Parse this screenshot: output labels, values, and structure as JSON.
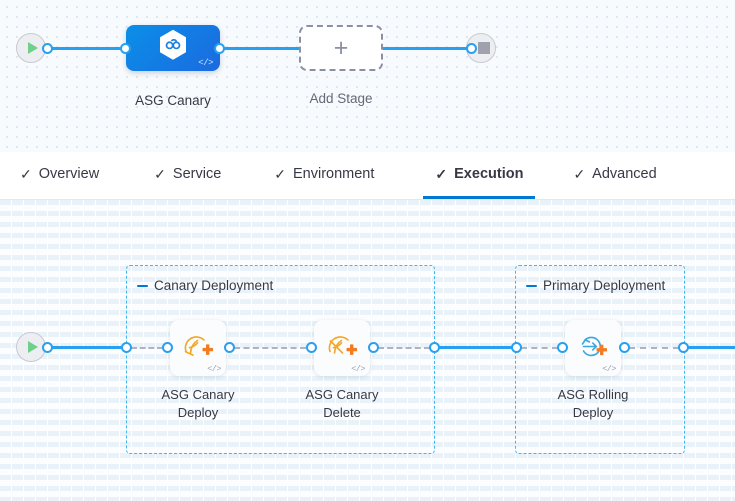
{
  "pipeline": {
    "start_node": {
      "icon": "play-icon",
      "name": "start-node"
    },
    "end_node": {
      "icon": "stop-icon",
      "name": "end-node"
    },
    "stage": {
      "label": "ASG Canary",
      "icon": "hexagon-infinity-icon",
      "code_badge": "</>"
    },
    "add_stage": {
      "label": "Add Stage",
      "icon": "plus-icon"
    }
  },
  "tabs": [
    {
      "label": "Overview",
      "check": "✓",
      "active": false
    },
    {
      "label": "Service",
      "check": "✓",
      "active": false
    },
    {
      "label": "Environment",
      "check": "✓",
      "active": false
    },
    {
      "label": "Execution",
      "check": "✓",
      "active": true
    },
    {
      "label": "Advanced",
      "check": "✓",
      "active": false
    }
  ],
  "execution": {
    "start_node": {
      "icon": "play-icon"
    },
    "groups": [
      {
        "title": "Canary Deployment",
        "collapse_icon": "collapse-minus-icon",
        "steps": [
          {
            "label_line1": "ASG Canary",
            "label_line2": "Deploy",
            "icon": "asg-canary-deploy-icon",
            "code_badge": "</>"
          },
          {
            "label_line1": "ASG Canary",
            "label_line2": "Delete",
            "icon": "asg-canary-delete-icon",
            "code_badge": "</>"
          }
        ]
      },
      {
        "title": "Primary Deployment",
        "collapse_icon": "collapse-minus-icon",
        "steps": [
          {
            "label_line1": "ASG Rolling",
            "label_line2": "Deploy",
            "icon": "asg-rolling-deploy-icon",
            "code_badge": "</>"
          }
        ]
      }
    ]
  },
  "colors": {
    "accent_blue": "#0278d5",
    "link_blue": "#28a0f0",
    "group_border": "#41b7f0",
    "stage_gradient_from": "#0b8fe8",
    "stage_gradient_to": "#1b6ae0",
    "icon_orange": "#f5a623",
    "icon_orange_dark": "#f47b20",
    "text": "#383946",
    "play_green": "#6fd08c",
    "stop_grey": "#9fa1ad"
  }
}
